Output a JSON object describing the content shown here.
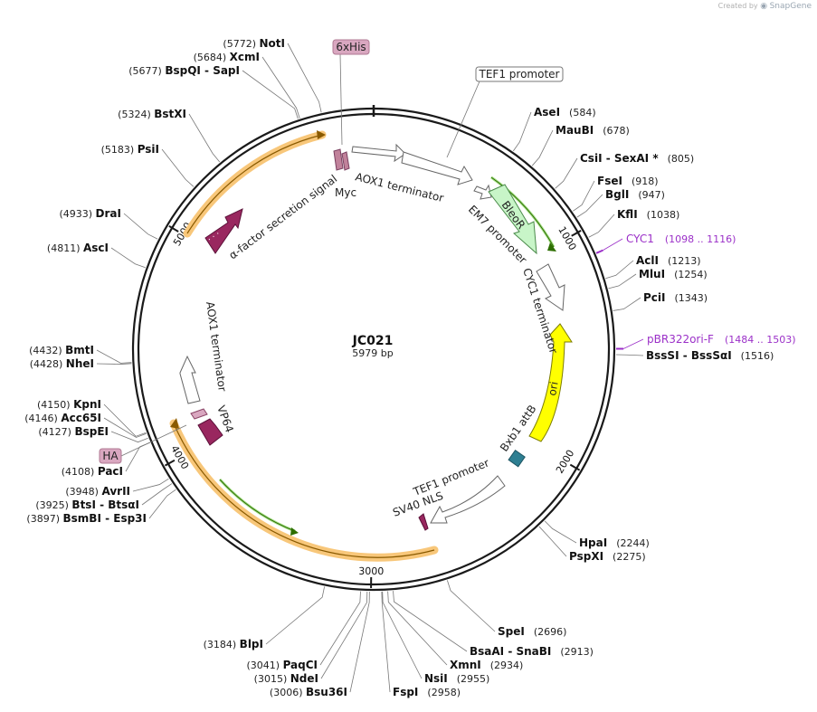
{
  "credit": {
    "prefix": "Created by",
    "brand": "SnapGene"
  },
  "plasmid": {
    "name": "JC021",
    "size": "5979 bp",
    "length": 5979
  },
  "ticks": [
    {
      "pos": 1000,
      "label": "1000"
    },
    {
      "pos": 2000,
      "label": "2000"
    },
    {
      "pos": 3000,
      "label": "3000"
    },
    {
      "pos": 4000,
      "label": "4000"
    },
    {
      "pos": 5000,
      "label": "5000"
    }
  ],
  "sites": [
    {
      "name": "AseI",
      "pos": "(584)",
      "bp": 584,
      "side": "right"
    },
    {
      "name": "MauBI",
      "pos": "(678)",
      "bp": 678,
      "side": "right"
    },
    {
      "name": "CsiI",
      "name2": "SexAI *",
      "pos": "(805)",
      "bp": 805,
      "side": "right"
    },
    {
      "name": "FseI",
      "pos": "(918)",
      "bp": 918,
      "side": "right"
    },
    {
      "name": "BglI",
      "pos": "(947)",
      "bp": 947,
      "side": "right"
    },
    {
      "name": "KflI",
      "pos": "(1038)",
      "bp": 1038,
      "side": "right"
    },
    {
      "name": "AclI",
      "pos": "(1213)",
      "bp": 1213,
      "side": "right"
    },
    {
      "name": "MluI",
      "pos": "(1254)",
      "bp": 1254,
      "side": "right"
    },
    {
      "name": "PciI",
      "pos": "(1343)",
      "bp": 1343,
      "side": "right"
    },
    {
      "name": "BssSI",
      "name2": "BssSαI",
      "pos": "(1516)",
      "bp": 1516,
      "side": "right"
    },
    {
      "name": "HpaI",
      "pos": "(2244)",
      "bp": 2244,
      "side": "right"
    },
    {
      "name": "PspXI",
      "pos": "(2275)",
      "bp": 2275,
      "side": "right"
    },
    {
      "name": "SpeI",
      "pos": "(2696)",
      "bp": 2696,
      "side": "right"
    },
    {
      "name": "BsaAI",
      "name2": "SnaBI",
      "pos": "(2913)",
      "bp": 2913,
      "side": "right"
    },
    {
      "name": "XmnI",
      "pos": "(2934)",
      "bp": 2934,
      "side": "right"
    },
    {
      "name": "NsiI",
      "pos": "(2955)",
      "bp": 2955,
      "side": "right"
    },
    {
      "name": "FspI",
      "pos": "(2958)",
      "bp": 2958,
      "side": "right"
    },
    {
      "name": "Bsu36I",
      "pos": "(3006)",
      "bp": 3006,
      "side": "left"
    },
    {
      "name": "NdeI",
      "pos": "(3015)",
      "bp": 3015,
      "side": "left"
    },
    {
      "name": "PaqCI",
      "pos": "(3041)",
      "bp": 3041,
      "side": "left"
    },
    {
      "name": "BlpI",
      "pos": "(3184)",
      "bp": 3184,
      "side": "left"
    },
    {
      "name": "BsmBI",
      "name2": "Esp3I",
      "pos": "(3897)",
      "bp": 3897,
      "side": "left"
    },
    {
      "name": "BtsI",
      "name2": "BtsαI",
      "pos": "(3925)",
      "bp": 3925,
      "side": "left"
    },
    {
      "name": "AvrII",
      "pos": "(3948)",
      "bp": 3948,
      "side": "left"
    },
    {
      "name": "PacI",
      "pos": "(4108)",
      "bp": 4108,
      "side": "left"
    },
    {
      "name": "BspEI",
      "pos": "(4127)",
      "bp": 4127,
      "side": "left"
    },
    {
      "name": "Acc65I",
      "pos": "(4146)",
      "bp": 4146,
      "side": "left"
    },
    {
      "name": "KpnI",
      "pos": "(4150)",
      "bp": 4150,
      "side": "left"
    },
    {
      "name": "NheI",
      "pos": "(4428)",
      "bp": 4428,
      "side": "left"
    },
    {
      "name": "BmtI",
      "pos": "(4432)",
      "bp": 4432,
      "side": "left"
    },
    {
      "name": "AscI",
      "pos": "(4811)",
      "bp": 4811,
      "side": "left"
    },
    {
      "name": "DraI",
      "pos": "(4933)",
      "bp": 4933,
      "side": "left"
    },
    {
      "name": "PsiI",
      "pos": "(5183)",
      "bp": 5183,
      "side": "left"
    },
    {
      "name": "BstXI",
      "pos": "(5324)",
      "bp": 5324,
      "side": "left"
    },
    {
      "name": "BspQI",
      "name2": "SapI",
      "pos": "(5677)",
      "bp": 5677,
      "side": "left"
    },
    {
      "name": "XcmI",
      "pos": "(5684)",
      "bp": 5684,
      "side": "left"
    },
    {
      "name": "NotI",
      "pos": "(5772)",
      "bp": 5772,
      "side": "left"
    }
  ],
  "primers": [
    {
      "name": "CYC1",
      "range": "(1098 .. 1116)",
      "bp": 1107
    },
    {
      "name": "pBR322ori-F",
      "range": "(1484 .. 1503)",
      "bp": 1493
    }
  ],
  "features": [
    {
      "name": "TEF1 promoter",
      "kind": "promoter",
      "color": "#ffffff"
    },
    {
      "name": "6xHis",
      "kind": "tag",
      "color": "#d9a7c0"
    },
    {
      "name": "HA",
      "kind": "tag",
      "color": "#d9a7c0"
    },
    {
      "name": "AOX1 terminator",
      "kind": "terminator",
      "color": "#ffffff"
    },
    {
      "name": "Myc",
      "kind": "tag",
      "color": "#c1829b"
    },
    {
      "name": "α-factor secretion signal",
      "kind": "signal",
      "color": "#99275f"
    },
    {
      "name": "EM7 promoter",
      "kind": "promoter",
      "color": "#ffffff"
    },
    {
      "name": "BleoR",
      "kind": "marker",
      "color": "#c8f5c8"
    },
    {
      "name": "CYC1 terminator",
      "kind": "terminator",
      "color": "#ffffff"
    },
    {
      "name": "ori",
      "kind": "origin",
      "color": "#ffff00"
    },
    {
      "name": "Bxb1 attB",
      "kind": "site",
      "color": "#2e7f92"
    },
    {
      "name": "TEF1 promoter",
      "kind": "promoter",
      "color": "#ffffff"
    },
    {
      "name": "SV40 NLS",
      "kind": "nls",
      "color": "#99275f"
    },
    {
      "name": "AOX1 terminator",
      "kind": "terminator",
      "color": "#ffffff"
    },
    {
      "name": "VP64",
      "kind": "domain",
      "color": "#99275f"
    }
  ],
  "colors": {
    "backbone": "#1a1a1a",
    "orf_highlight": "#f8c77a",
    "orf_line": "#5a3a00",
    "primer": "#9b30c8",
    "signal": "#99275f",
    "tag": "#d9a7c0"
  }
}
